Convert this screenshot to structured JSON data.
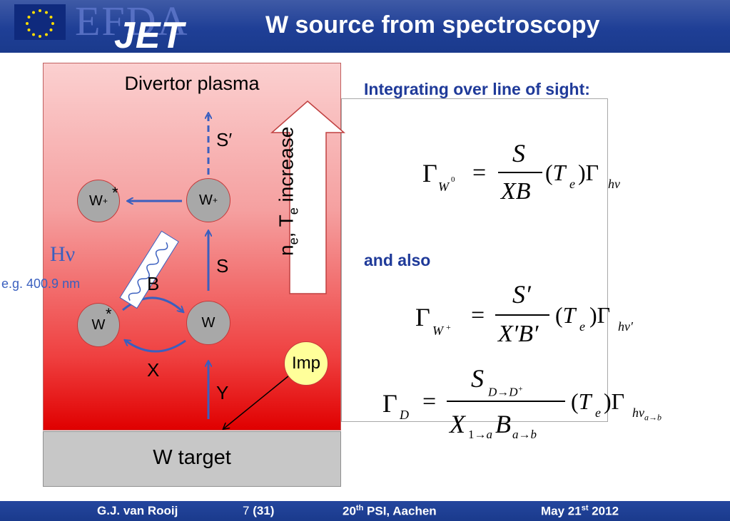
{
  "header": {
    "logo_efda": "EFDA",
    "logo_jet": "JET",
    "title": "W source from spectroscopy"
  },
  "diagram": {
    "plasma_label": "Divertor plasma",
    "target_label": "W target",
    "arrow_text_main": "n",
    "arrow_text_sub1": "e",
    "arrow_text_mid": ", T",
    "arrow_text_sub2": "e",
    "arrow_text_end": " increase",
    "species": {
      "w_plus": "W",
      "w_plus_sup": "+",
      "w_star_plus": "W",
      "w_star_plus_sup": "+",
      "w_star": "W",
      "w_neutral": "W",
      "star_mark": "*",
      "imp": "Imp"
    },
    "labels": {
      "s_prime": "S′",
      "s": "S",
      "b": "B",
      "x": "X",
      "y": "Y",
      "h_nu": "Hν",
      "example_line": "e.g. 400.9 nm"
    }
  },
  "equations": {
    "heading1": "Integrating over line of sight:",
    "heading2": "and also"
  },
  "footer": {
    "author": "G.J. van Rooij",
    "page": "7",
    "total": "(31)",
    "conf_num": "20",
    "conf_sup": "th",
    "conf_rest": " PSI, Aachen",
    "date_main": "May 21",
    "date_sup": "st",
    "date_year": " 2012"
  },
  "colors": {
    "header_blue": "#1f3f96",
    "accent_blue": "#3a5fbf",
    "heading_blue": "#1f3a99",
    "plasma_red": "#e00000",
    "imp_yellow": "#ffff9a"
  }
}
